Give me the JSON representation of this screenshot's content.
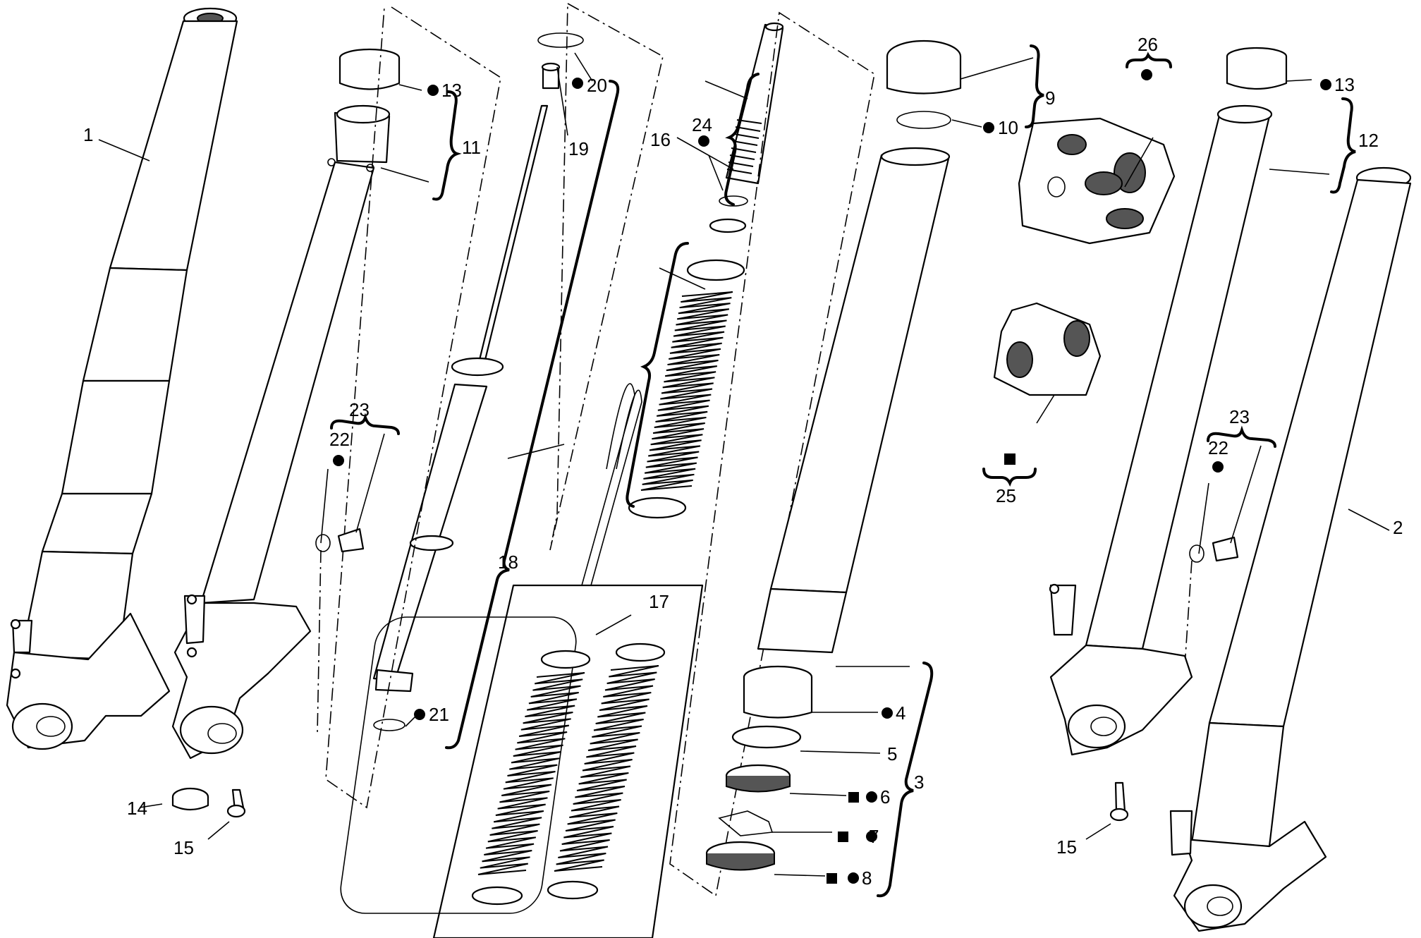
{
  "callouts": {
    "c1": "1",
    "c2": "2",
    "c3": "3",
    "c4": "4",
    "c5": "5",
    "c6": "6",
    "c7": "7",
    "c8": "8",
    "c9": "9",
    "c10": "10",
    "c11": "11",
    "c12": "12",
    "c13a": "13",
    "c13b": "13",
    "c14": "14",
    "c15a": "15",
    "c15b": "15",
    "c16": "16",
    "c17": "17",
    "c18": "18",
    "c19": "19",
    "c20": "20",
    "c21": "21",
    "c22a": "22",
    "c22b": "22",
    "c23a": "23",
    "c23b": "23",
    "c24": "24",
    "c25": "25",
    "c26": "26"
  }
}
